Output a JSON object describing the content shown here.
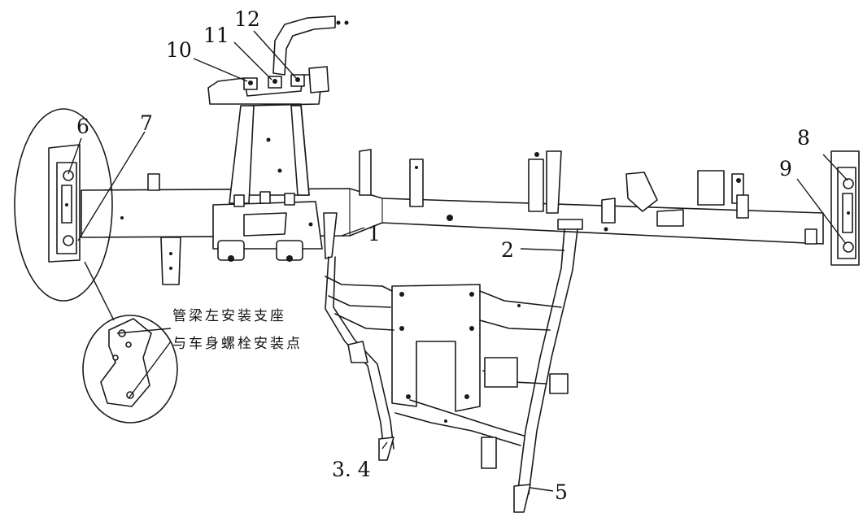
{
  "callouts": {
    "c1": "1",
    "c2": "2",
    "c3_4": "3. 4",
    "c5": "5",
    "c6": "6",
    "c7": "7",
    "c8": "8",
    "c9": "9",
    "c10": "10",
    "c11": "11",
    "c12": "12"
  },
  "annotation": {
    "line1": "管梁左安装支座",
    "line2": "与车身螺栓安装点"
  },
  "colors": {
    "line": "#1a1a1a",
    "background": "#ffffff"
  }
}
